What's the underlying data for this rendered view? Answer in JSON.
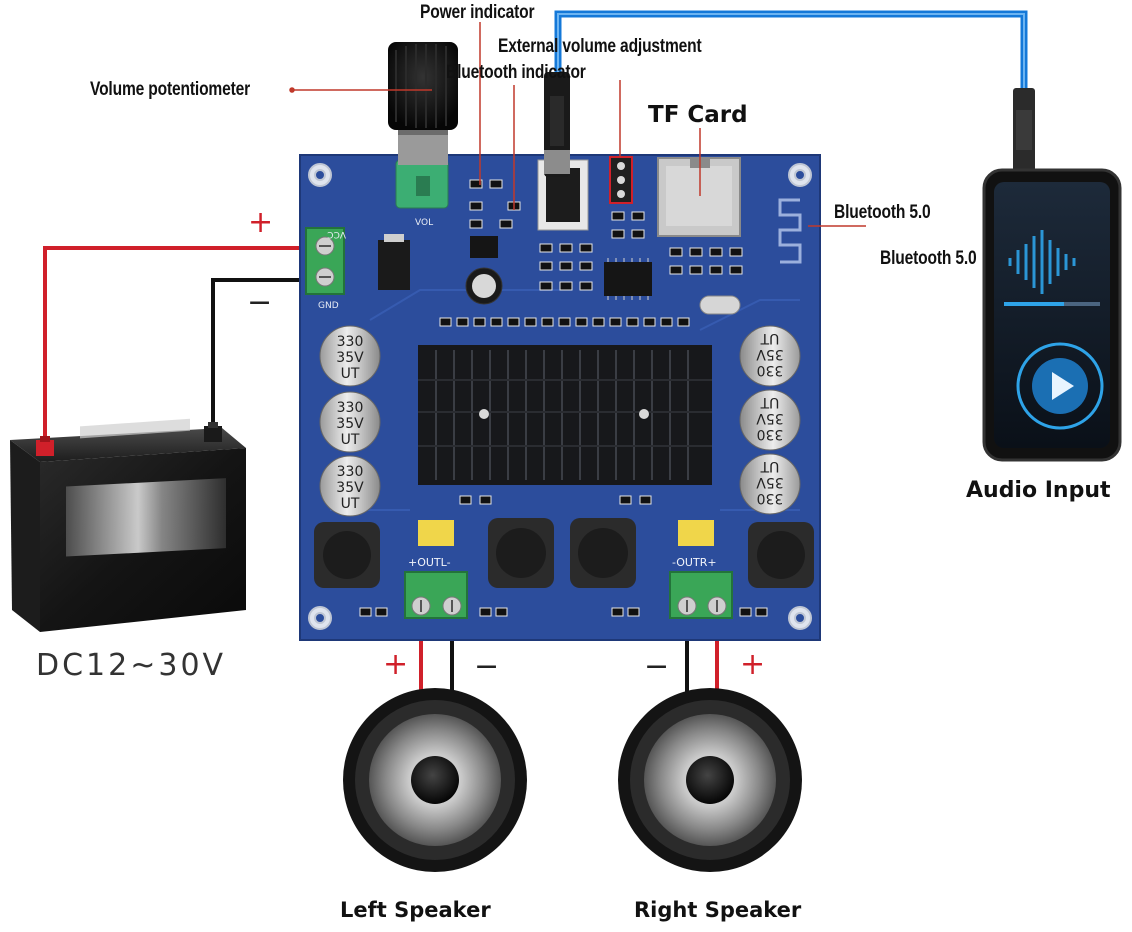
{
  "labels": {
    "power_indicator": "Power indicator",
    "external_volume": "External volume adjustment",
    "bluetooth_indicator": "Bluetooth indicator",
    "volume_potentiometer": "Volume potentiometer",
    "tf_card": "TF Card",
    "bluetooth_label_1": "Bluetooth 5.0",
    "bluetooth_label_2": "Bluetooth 5.0",
    "audio_input": "Audio Input",
    "battery_voltage": "DC12~30V",
    "left_speaker": "Left Speaker",
    "right_speaker": "Right Speaker"
  },
  "board_silkscreen": {
    "vcc": "VCC",
    "gnd": "GND",
    "out_left": "+OUTL-",
    "out_right": "-OUTR+",
    "vol": "VOL",
    "capacitor_lines": [
      "330",
      "35V",
      "UT"
    ]
  },
  "polarity": {
    "plus": "+",
    "minus": "−"
  },
  "colors": {
    "board_blue": "#2c4d9c",
    "heatsink": "#17181b",
    "terminal_green": "#3aa657",
    "wire_red": "#d0202a",
    "wire_black": "#111111",
    "cable_blue": "#1478d8",
    "annotation_line": "#c0392b"
  },
  "icons": [
    "battery-icon",
    "speaker-icon",
    "audio-player-icon",
    "bluetooth-antenna-icon"
  ]
}
